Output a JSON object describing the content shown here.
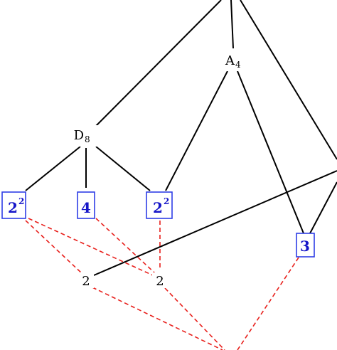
{
  "colors": {
    "solid_edge": "#000000",
    "dashed_edge": "#e8201c",
    "box_stroke": "#2e3ee6",
    "box_text": "#1616c8",
    "label_text": "#000000"
  },
  "nodes": {
    "d8": {
      "base": "D",
      "sub": "8"
    },
    "a4": {
      "base": "A",
      "sub": "4"
    },
    "v22_left": {
      "base": "2",
      "sup": "2"
    },
    "v4": {
      "base": "4"
    },
    "v22_mid": {
      "base": "2",
      "sup": "2"
    },
    "v3": {
      "base": "3"
    },
    "c2_left": {
      "base": "2"
    },
    "c2_mid": {
      "base": "2"
    }
  }
}
